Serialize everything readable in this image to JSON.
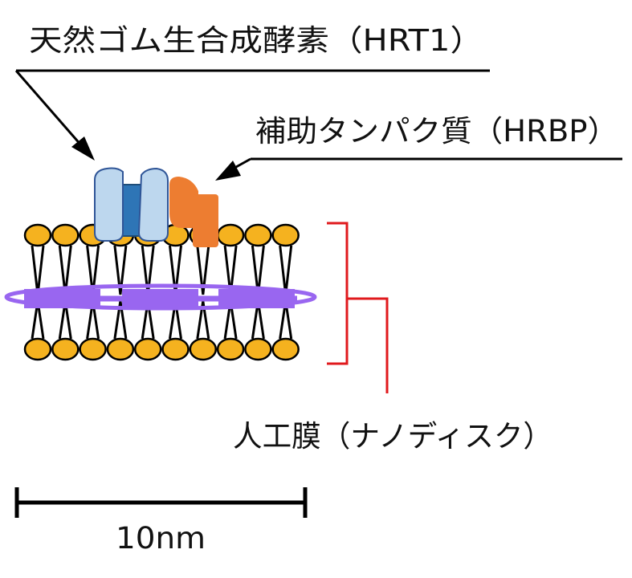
{
  "labels": {
    "enzyme": "天然ゴム生合成酵素（HRT1）",
    "helper": "補助タンパク質（HRBP）",
    "membrane": "人工膜（ナノディスク）",
    "scale": "10nm"
  },
  "colors": {
    "lipid_head": "#F5B21F",
    "belt": "#9966F0",
    "enzyme_light": "#BDD7EE",
    "enzyme_dark": "#2E75B6",
    "helper_orange": "#ED7D31",
    "bracket_red": "#E0191C",
    "line": "#000000"
  },
  "membrane": {
    "heads_per_leaflet": 10
  }
}
